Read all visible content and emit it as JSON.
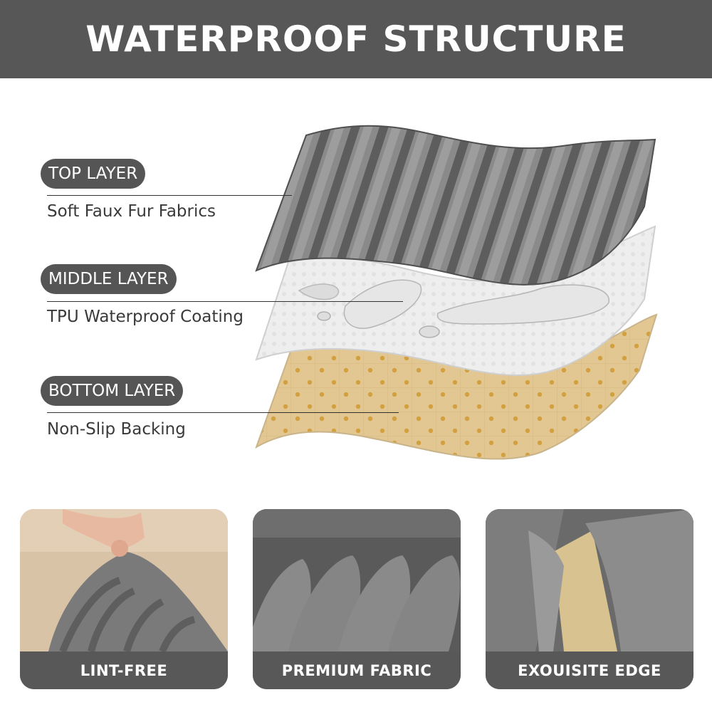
{
  "header": {
    "title": "WATERPROOF STRUCTURE"
  },
  "layers": [
    {
      "label": "TOP LAYER",
      "description": "Soft Faux Fur Fabrics"
    },
    {
      "label": "MIDDLE LAYER",
      "description": "TPU Waterproof Coating"
    },
    {
      "label": "BOTTOM LAYER",
      "description": "Non-Slip Backing"
    }
  ],
  "features": [
    {
      "caption": "LINT-FREE"
    },
    {
      "caption": "PREMIUM FABRIC"
    },
    {
      "caption": "EXOUISITE EDGE"
    }
  ],
  "colors": {
    "header_bg": "#575757",
    "label_bg": "#555555",
    "fur_gray": "#6e6e6e",
    "tpu_white": "#ececec",
    "backing_tan": "#e2c792",
    "backing_dot": "#d3a040"
  }
}
